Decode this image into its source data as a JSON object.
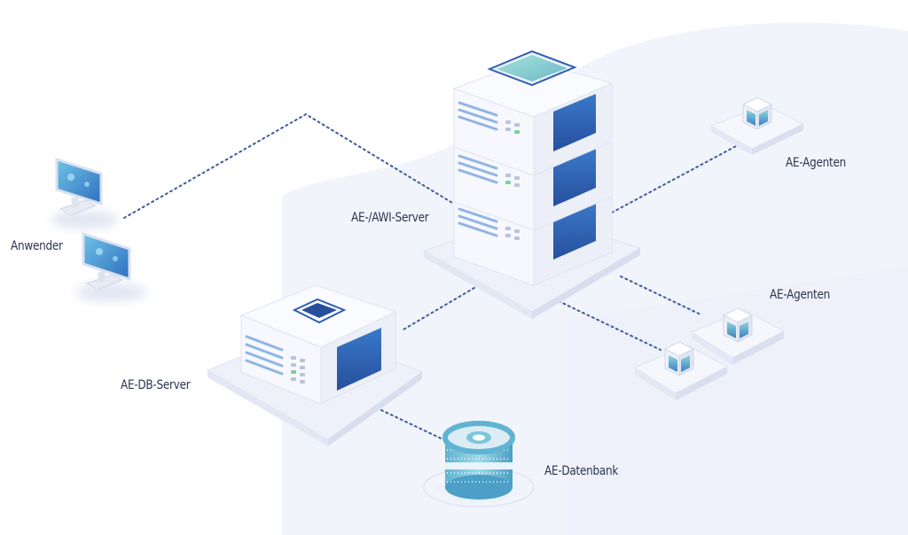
{
  "labels": {
    "users": "Anwender",
    "awi_server": "AE-/AWI-Server",
    "agents_top": "AE-Agenten",
    "agents_bottom": "AE-Agenten",
    "db_server": "AE-DB-Server",
    "database": "AE-Datenbank"
  },
  "colors": {
    "background_shape": "#f2f4fb",
    "connection_line": "#3d5a9a",
    "server_body": "#f7f8fd",
    "screen_panel": "#2f5fb3",
    "accent_teal": "#8fd3cf",
    "db_teal": "#7cc6dc"
  },
  "nodes": [
    {
      "id": "users",
      "icon": "desktop-monitor-icon",
      "count": 2
    },
    {
      "id": "awi_server",
      "icon": "server-stack-icon",
      "count": 1
    },
    {
      "id": "agents_top",
      "icon": "agent-cube-icon",
      "count": 1
    },
    {
      "id": "agents_bottom",
      "icon": "agent-cube-icon",
      "count": 2
    },
    {
      "id": "db_server",
      "icon": "server-icon",
      "count": 1
    },
    {
      "id": "database",
      "icon": "database-cylinder-icon",
      "count": 1
    }
  ],
  "connections": [
    {
      "from": "users",
      "to": "awi_server",
      "style": "dotted"
    },
    {
      "from": "awi_server",
      "to": "agents_top",
      "style": "dotted"
    },
    {
      "from": "awi_server",
      "to": "agents_bottom",
      "style": "dotted"
    },
    {
      "from": "awi_server",
      "to": "db_server",
      "style": "dotted"
    },
    {
      "from": "db_server",
      "to": "database",
      "style": "dotted"
    }
  ]
}
